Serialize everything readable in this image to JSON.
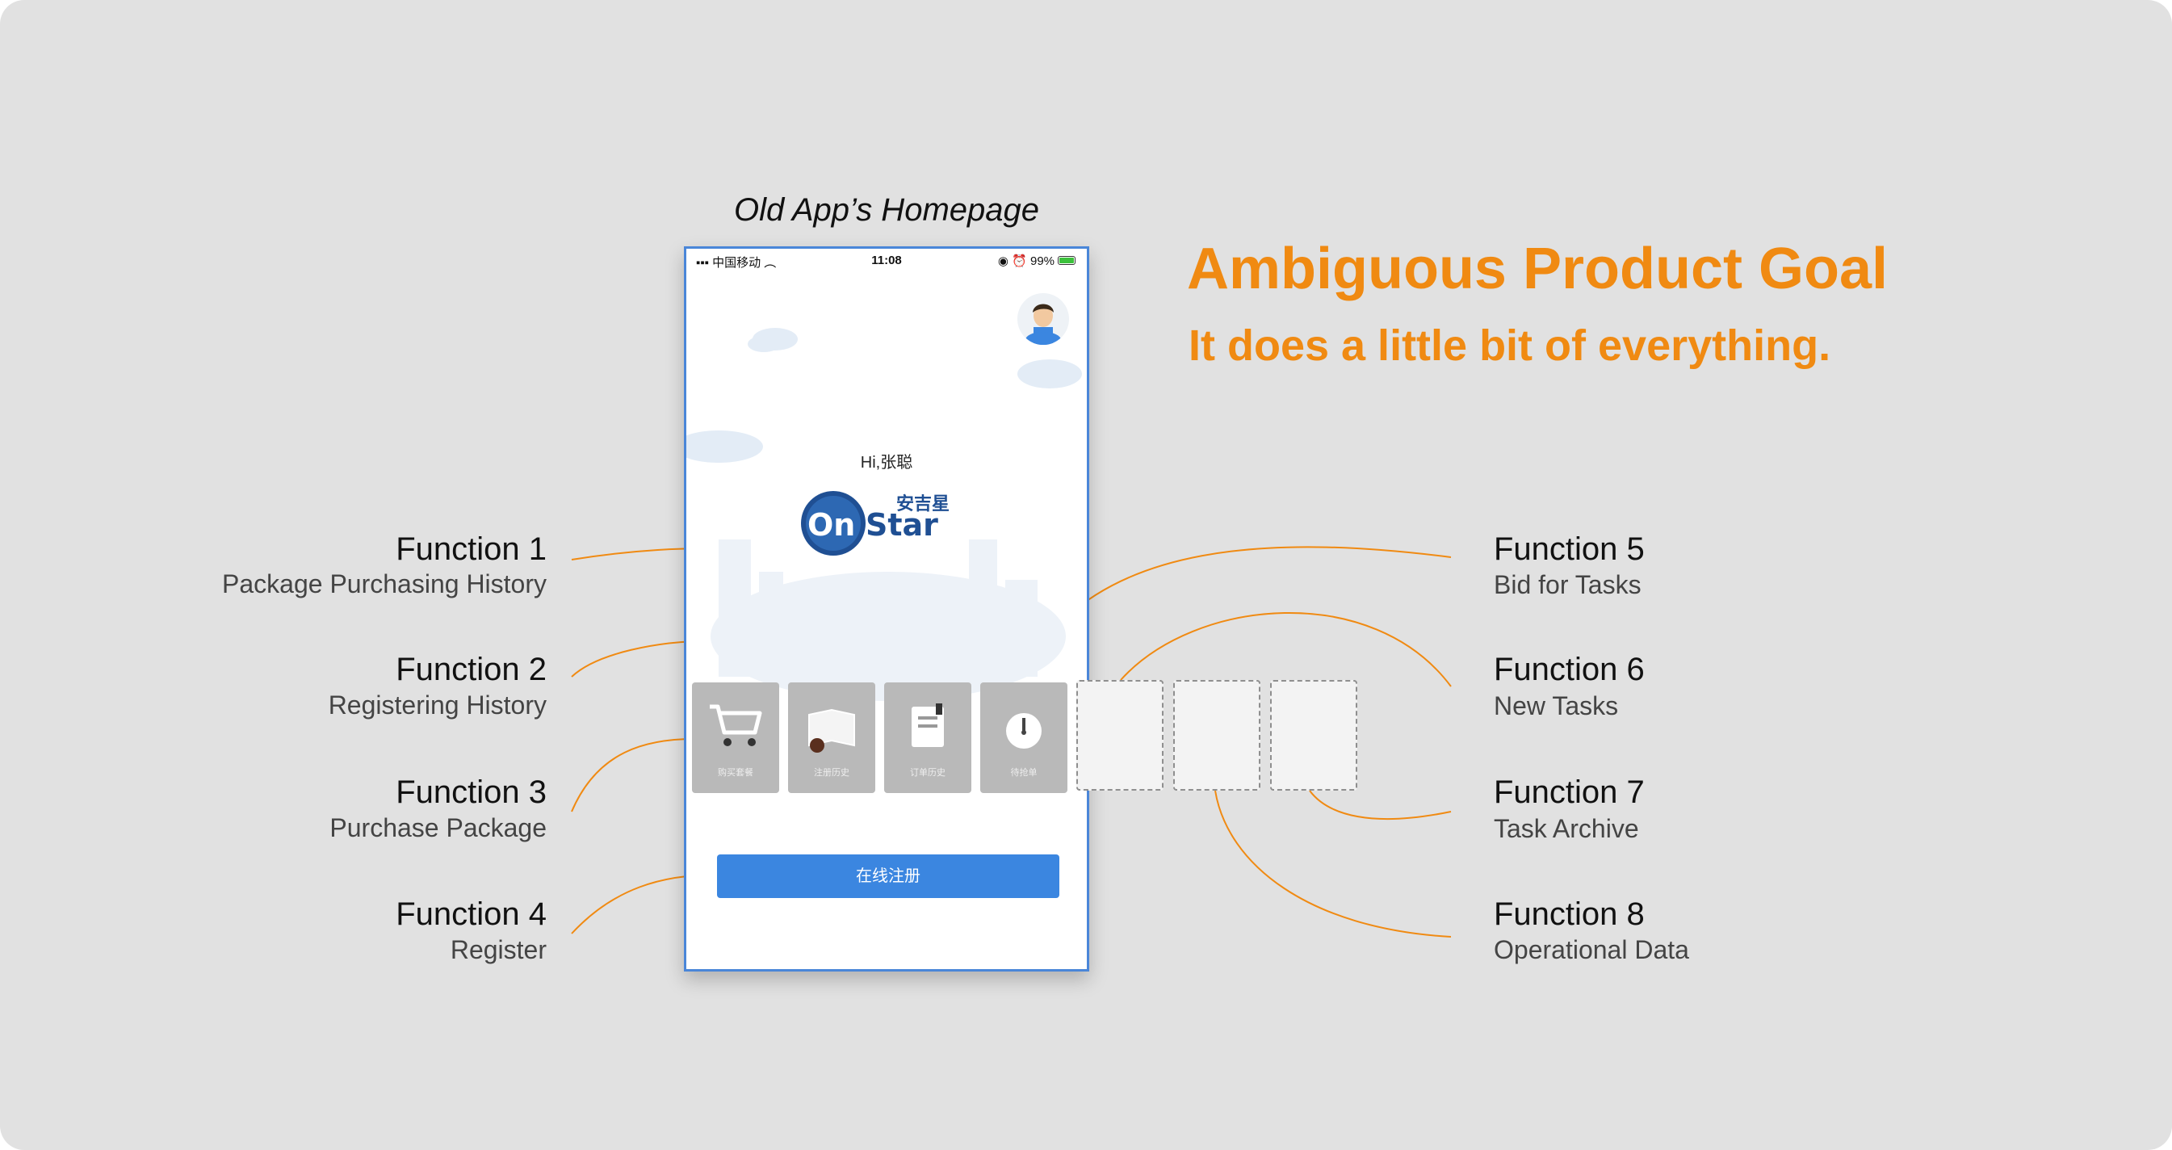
{
  "phone_title": "Old App’s Homepage",
  "phone": {
    "status_left": "▪▪▪ 中国移动 ︵",
    "status_time": "11:08",
    "status_right": "◉ ⏰ 99%",
    "greeting": "Hi,张聪",
    "logo_text": "OnStar",
    "logo_cn": "安吉星",
    "tiles": [
      "购买套餐",
      "注册历史",
      "订单历史",
      "待抢单"
    ],
    "register_button": "在线注册"
  },
  "headline": "Ambiguous Product Goal",
  "subhead": "It does a little bit of everything.",
  "functions": [
    {
      "title": "Function 1",
      "desc": "Package Purchasing History"
    },
    {
      "title": "Function 2",
      "desc": "Registering History"
    },
    {
      "title": "Function 3",
      "desc": "Purchase Package"
    },
    {
      "title": "Function 4",
      "desc": "Register"
    },
    {
      "title": "Function 5",
      "desc": "Bid for Tasks"
    },
    {
      "title": "Function 6",
      "desc": "New Tasks"
    },
    {
      "title": "Function 7",
      "desc": "Task Archive"
    },
    {
      "title": "Function 8",
      "desc": "Operational Data"
    }
  ],
  "colors": {
    "accent": "#f08a12",
    "connector": "#f08a12",
    "button_blue": "#3b86e0",
    "background": "#e1e1e1"
  }
}
